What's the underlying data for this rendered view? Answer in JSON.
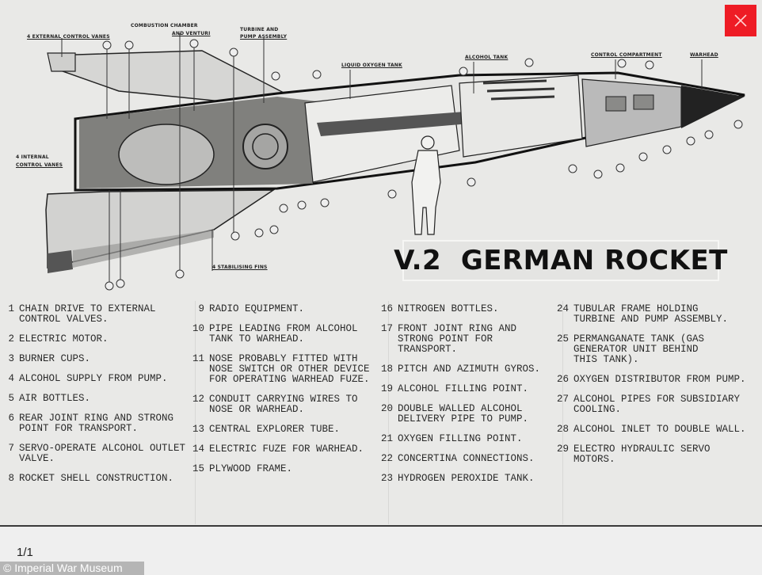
{
  "viewer": {
    "close_icon": "close-icon",
    "close_color": "#ee1c25",
    "counter": "1/1",
    "credit": "© Imperial War Museum"
  },
  "diagram": {
    "title": "V.2  GERMAN ROCKET",
    "callouts": {
      "external_vanes": "4 EXTERNAL CONTROL VANES",
      "combustion_1": "COMBUSTION CHAMBER",
      "combustion_2": "AND VENTURI",
      "turbine_1": "TURBINE AND",
      "turbine_2": "PUMP ASSEMBLY",
      "lox_tank": "LIQUID OXYGEN TANK",
      "alcohol_tank": "ALCOHOL TANK",
      "control_compartment": "CONTROL COMPARTMENT",
      "warhead": "WARHEAD",
      "internal_vanes_1": "4 INTERNAL",
      "internal_vanes_2": "CONTROL VANES",
      "fins": "4 STABILISING FINS"
    },
    "legend": [
      [
        {
          "n": "1",
          "text": "CHAIN DRIVE TO EXTERNAL\nCONTROL VALVES."
        },
        {
          "n": "2",
          "text": "ELECTRIC MOTOR."
        },
        {
          "n": "3",
          "text": "BURNER CUPS."
        },
        {
          "n": "4",
          "text": "ALCOHOL SUPPLY FROM PUMP."
        },
        {
          "n": "5",
          "text": "AIR BOTTLES."
        },
        {
          "n": "6",
          "text": "REAR JOINT RING AND STRONG\nPOINT FOR TRANSPORT."
        },
        {
          "n": "7",
          "text": "SERVO-OPERATE ALCOHOL OUTLET\nVALVE."
        },
        {
          "n": "8",
          "text": "ROCKET SHELL CONSTRUCTION."
        }
      ],
      [
        {
          "n": "9",
          "text": "RADIO EQUIPMENT."
        },
        {
          "n": "10",
          "text": "PIPE LEADING FROM ALCOHOL\nTANK TO WARHEAD."
        },
        {
          "n": "11",
          "text": "NOSE PROBABLY FITTED WITH\nNOSE SWITCH OR OTHER DEVICE\nFOR OPERATING WARHEAD FUZE."
        },
        {
          "n": "12",
          "text": "CONDUIT CARRYING WIRES TO\nNOSE OR WARHEAD."
        },
        {
          "n": "13",
          "text": "CENTRAL EXPLORER TUBE."
        },
        {
          "n": "14",
          "text": "ELECTRIC FUZE FOR WARHEAD."
        },
        {
          "n": "15",
          "text": "PLYWOOD FRAME."
        }
      ],
      [
        {
          "n": "16",
          "text": "NITROGEN BOTTLES."
        },
        {
          "n": "17",
          "text": "FRONT JOINT RING AND\nSTRONG POINT FOR\nTRANSPORT."
        },
        {
          "n": "18",
          "text": "PITCH AND AZIMUTH GYROS."
        },
        {
          "n": "19",
          "text": "ALCOHOL FILLING POINT."
        },
        {
          "n": "20",
          "text": "DOUBLE WALLED ALCOHOL\nDELIVERY PIPE TO PUMP."
        },
        {
          "n": "21",
          "text": "OXYGEN FILLING POINT."
        },
        {
          "n": "22",
          "text": "CONCERTINA CONNECTIONS."
        },
        {
          "n": "23",
          "text": "HYDROGEN PEROXIDE TANK."
        }
      ],
      [
        {
          "n": "24",
          "text": "TUBULAR FRAME HOLDING\nTURBINE AND PUMP ASSEMBLY."
        },
        {
          "n": "25",
          "text": "PERMANGANATE TANK (GAS\nGENERATOR UNIT BEHIND\nTHIS TANK)."
        },
        {
          "n": "26",
          "text": "OXYGEN DISTRIBUTOR FROM PUMP."
        },
        {
          "n": "27",
          "text": "ALCOHOL PIPES FOR SUBSIDIARY\nCOOLING."
        },
        {
          "n": "28",
          "text": "ALCOHOL INLET TO DOUBLE WALL."
        },
        {
          "n": "29",
          "text": "ELECTRO HYDRAULIC SERVO\nMOTORS."
        }
      ]
    ]
  }
}
